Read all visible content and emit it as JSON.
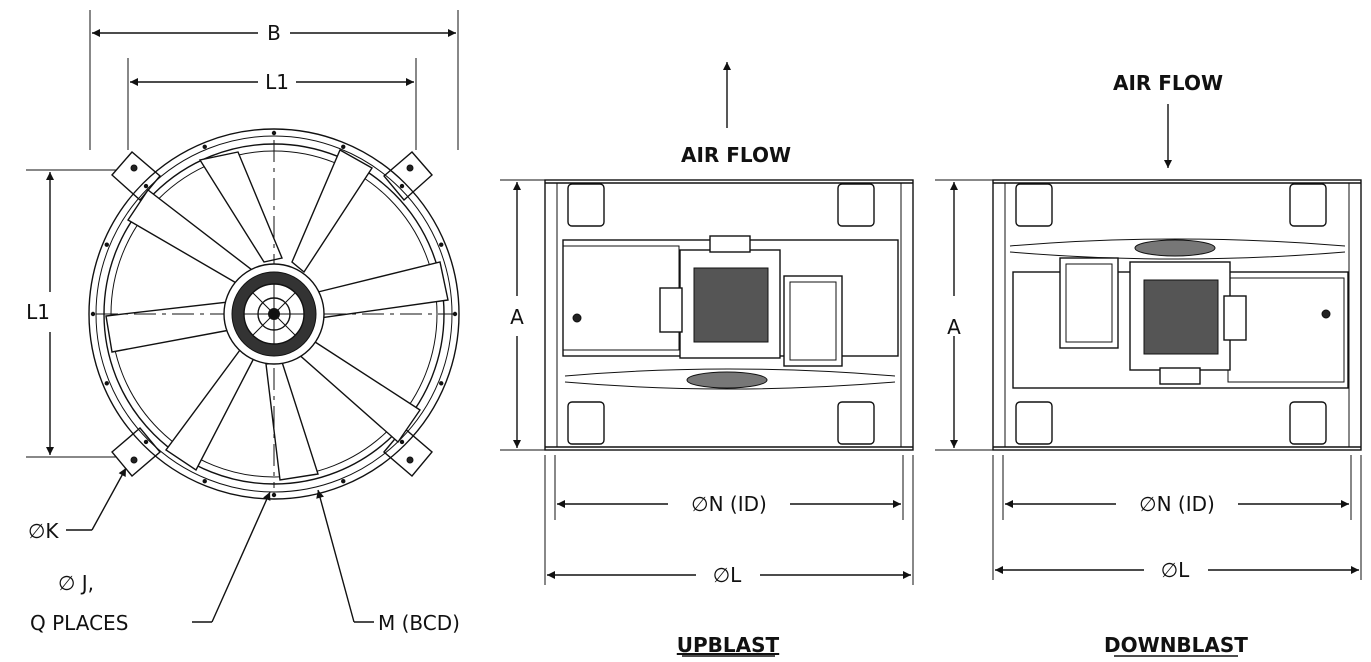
{
  "front_view": {
    "dim_b": "B",
    "dim_l1_top": "L1",
    "dim_l1_side": "L1",
    "callout_k": "∅K",
    "callout_j_line1": "∅ J,",
    "callout_j_line2": "Q PLACES",
    "callout_m": "M (BCD)"
  },
  "upblast_view": {
    "airflow_label": "AIR FLOW",
    "dim_a": "A",
    "dim_n": "∅N (ID)",
    "dim_l": "∅L",
    "caption": "UPBLAST"
  },
  "downblast_view": {
    "airflow_label": "AIR FLOW",
    "dim_a": "A",
    "dim_n": "∅N (ID)",
    "dim_l": "∅L",
    "caption": "DOWNBLAST"
  }
}
